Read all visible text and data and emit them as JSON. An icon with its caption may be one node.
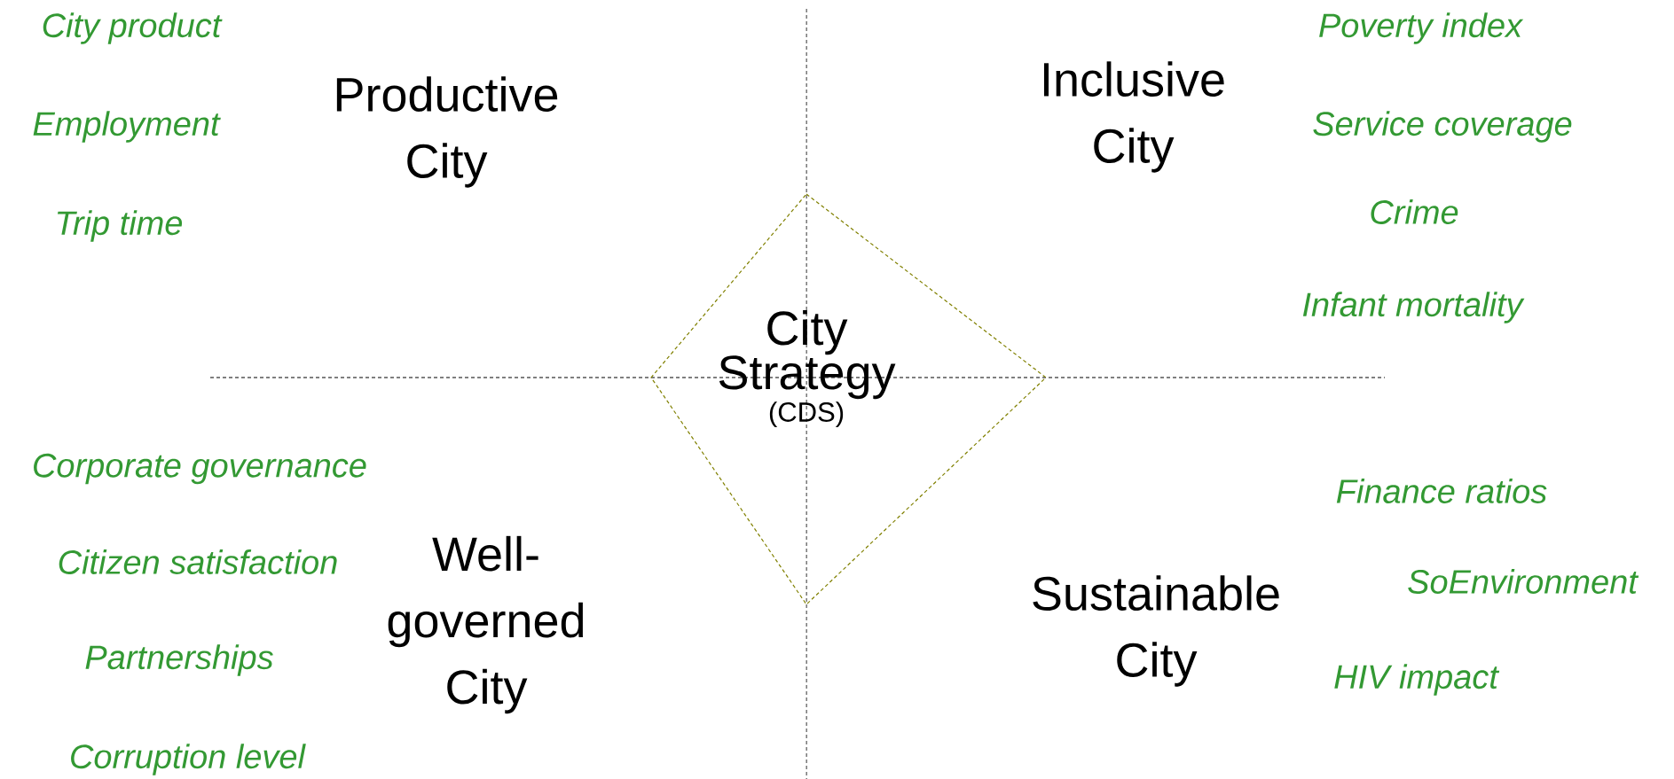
{
  "diagram": {
    "nodes": [
      {
        "text": [
          "City Strategy",
          "(CDS)"
        ]
      }
    ],
    "edges": [],
    "labels": [
      "City product",
      "Poverty index",
      "Productive City",
      "Inclusive City",
      "Employment",
      "Service coverage",
      "Trip time",
      "Crime",
      "Infant mortality",
      "Corporate governance",
      "Finance ratios",
      "Citizen satisfaction",
      "Well-governed City",
      "SoEnvironment",
      "Sustainable City",
      "Partnerships",
      "HIV impact",
      "Corruption level"
    ]
  }
}
